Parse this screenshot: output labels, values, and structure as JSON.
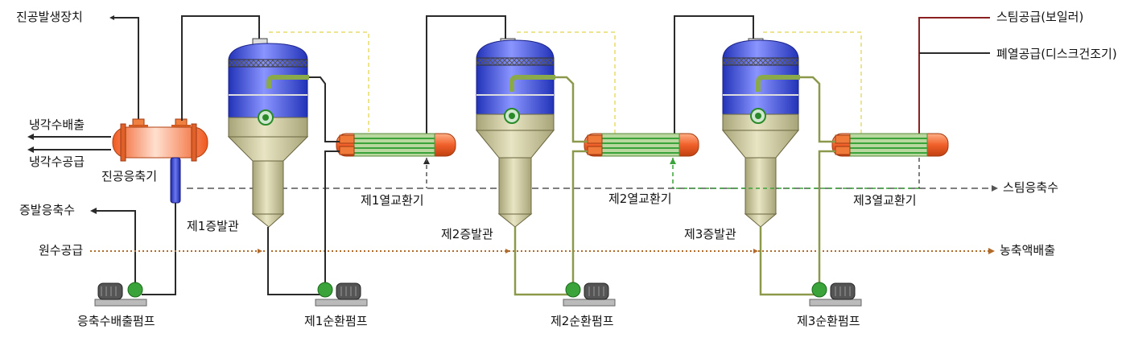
{
  "labels": {
    "vacuum_generator": "진공발생장치",
    "coolant_discharge": "냉각수배출",
    "coolant_supply": "냉각수공급",
    "vacuum_condenser": "진공응축기",
    "evap_condensate": "증발응축수",
    "raw_water_supply": "원수공급",
    "condensate_pump": "응축수배출펌프",
    "evaporator_1": "제1증발관",
    "evaporator_2": "제2증발관",
    "evaporator_3": "제3증발관",
    "hx_1": "제1열교환기",
    "hx_2": "제2열교환기",
    "hx_3": "제3열교환기",
    "circ_pump_1": "제1순환펌프",
    "circ_pump_2": "제2순환펌프",
    "circ_pump_3": "제3순환펌프",
    "steam_supply": "스팀공급(보일러)",
    "waste_heat_supply": "폐열공급(디스크건조기)",
    "steam_condensate": "스팀응축수",
    "concentrate_discharge": "농축액배출"
  },
  "colors": {
    "vessel_blue": "#3a4fd0",
    "vessel_khaki": "#c9c59a",
    "pipe_dark": "#2a2a2a",
    "pipe_green": "#8a9a4a",
    "steam_dash": "#e8e07a",
    "hx_orange": "#f07a3a",
    "hx_green_tubes": "#5fbf4f",
    "condensate_dash": "#555555",
    "green_dash": "#3aa33a",
    "raw_water_dot": "#b06a2a"
  }
}
